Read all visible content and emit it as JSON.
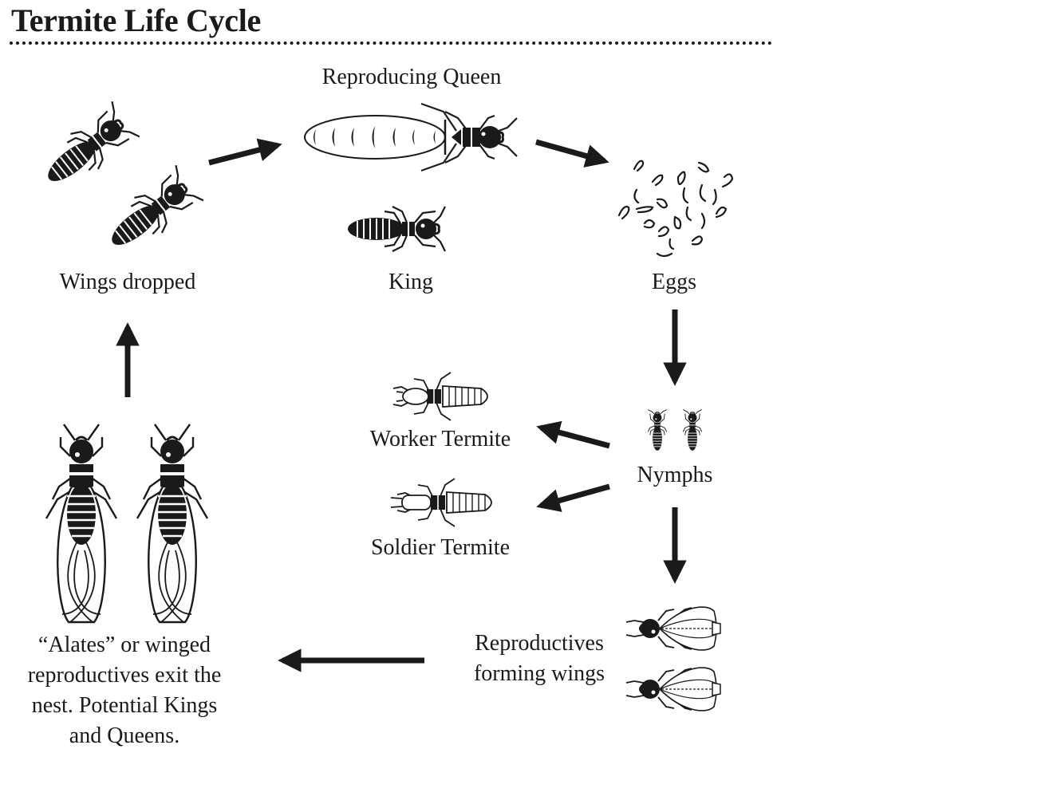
{
  "title": "Termite Life Cycle",
  "stages": {
    "wings_dropped": "Wings dropped",
    "reproducing_queen": "Reproducing Queen",
    "king": "King",
    "eggs": "Eggs",
    "nymphs": "Nymphs",
    "worker": "Worker Termite",
    "soldier": "Soldier Termite",
    "reproductives_forming_wings": "Reproductives\nforming wings",
    "alates": "“Alates” or winged\nreproductives exit the\nnest. Potential Kings\nand Queens."
  },
  "flow": [
    {
      "from": "wings_dropped",
      "to": "reproducing_queen"
    },
    {
      "from": "reproducing_queen",
      "to": "eggs"
    },
    {
      "from": "eggs",
      "to": "nymphs"
    },
    {
      "from": "nymphs",
      "to": "worker"
    },
    {
      "from": "nymphs",
      "to": "soldier"
    },
    {
      "from": "nymphs",
      "to": "reproductives_forming_wings"
    },
    {
      "from": "reproductives_forming_wings",
      "to": "alates"
    },
    {
      "from": "alates",
      "to": "wings_dropped"
    }
  ]
}
